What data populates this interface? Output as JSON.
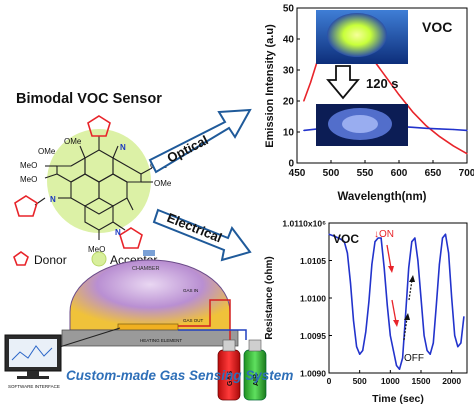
{
  "title": "Bimodal VOC Sensor",
  "legend": {
    "donor": "Donor",
    "acceptor": "Acceptor"
  },
  "molecule": {
    "groups": [
      "OMe",
      "OMe",
      "MeO",
      "MeO",
      "OMe",
      "OMe",
      "MeO"
    ],
    "n_labels": [
      "N",
      "N",
      "N"
    ]
  },
  "arrows": {
    "optical": "Optical",
    "electrical": "Electrical"
  },
  "setup": {
    "chamber": "CHAMBER",
    "caption": "Custom-made Gas Sensing System",
    "cylinders": [
      "GAS",
      "AIR"
    ],
    "small_labels": [
      "SOFTWARE INTERFACE",
      "HEATING ELEMENT",
      "GAS IN",
      "GAS OUT"
    ]
  },
  "colors": {
    "red": "#e8242a",
    "blue": "#2233cc",
    "arrow_blue": "#1f5a9a",
    "caption_blue": "#2e6fb8",
    "glow": "#c8ff3a"
  },
  "chart_data": [
    {
      "type": "line",
      "title": "",
      "xlabel": "Wavelength(nm)",
      "ylabel": "Emission Intensity (a.u)",
      "xlim": [
        450,
        700
      ],
      "ylim": [
        0,
        50
      ],
      "xticks": [
        "450",
        "500",
        "550",
        "600",
        "650",
        "700"
      ],
      "yticks": [
        "0",
        "10",
        "20",
        "30",
        "40",
        "50"
      ],
      "annotations": [
        "VOC",
        "120 s"
      ],
      "series": [
        {
          "color": "#e8242a",
          "x": [
            460,
            470,
            480,
            490,
            500,
            505,
            510,
            520,
            530,
            540,
            550,
            560,
            570,
            580,
            600,
            620,
            640,
            660,
            680,
            700
          ],
          "y": [
            20,
            26,
            33,
            40,
            44,
            45,
            44.5,
            43,
            41,
            39,
            36.5,
            34,
            31,
            28,
            22,
            16.5,
            12,
            8.5,
            5.5,
            3
          ]
        },
        {
          "color": "#2233cc",
          "x": [
            460,
            480,
            500,
            520,
            540,
            560,
            580,
            600,
            620,
            640,
            660,
            680,
            700
          ],
          "y": [
            10.5,
            11,
            11.5,
            12,
            12.2,
            12.2,
            12,
            11.8,
            11.5,
            11.2,
            11,
            10.8,
            10.5
          ]
        }
      ]
    },
    {
      "type": "line",
      "title": "",
      "xlabel": "Time (sec)",
      "ylabel": "Resistance (ohm)",
      "xlim": [
        0,
        2250
      ],
      "ylim": [
        1.009,
        1.011
      ],
      "xticks": [
        "0",
        "500",
        "1000",
        "1500",
        "2000"
      ],
      "yticks": [
        "1.0090",
        "1.0095",
        "1.0100",
        "1.0105",
        "1.0110x10⁶"
      ],
      "annotations": [
        "VOC",
        "ON",
        "OFF"
      ],
      "series": [
        {
          "color": "#2233cc",
          "x": [
            0,
            100,
            200,
            250,
            300,
            350,
            400,
            450,
            500,
            550,
            600,
            650,
            700,
            750,
            800,
            850,
            900,
            950,
            1000,
            1050,
            1100,
            1150,
            1200,
            1250,
            1300,
            1350,
            1400,
            1450,
            1500,
            1550,
            1600,
            1650,
            1700,
            1750,
            1800,
            1850,
            1900,
            1950,
            2000,
            2050,
            2100,
            2150,
            2200
          ],
          "y": [
            1.01085,
            1.01082,
            1.01078,
            1.01075,
            1.0106,
            1.0102,
            1.0097,
            1.00935,
            1.00925,
            1.0093,
            1.00955,
            1.00995,
            1.01045,
            1.01075,
            1.0108,
            1.0108,
            1.0104,
            1.0099,
            1.0095,
            1.0093,
            1.0091,
            1.00905,
            1.0092,
            1.0098,
            1.0104,
            1.01075,
            1.0108,
            1.0105,
            1.01,
            1.0095,
            1.0093,
            1.00925,
            1.0094,
            1.0099,
            1.01045,
            1.0108,
            1.01085,
            1.0106,
            1.01,
            1.0095,
            1.00935,
            1.0094,
            1.00975
          ]
        }
      ]
    }
  ]
}
